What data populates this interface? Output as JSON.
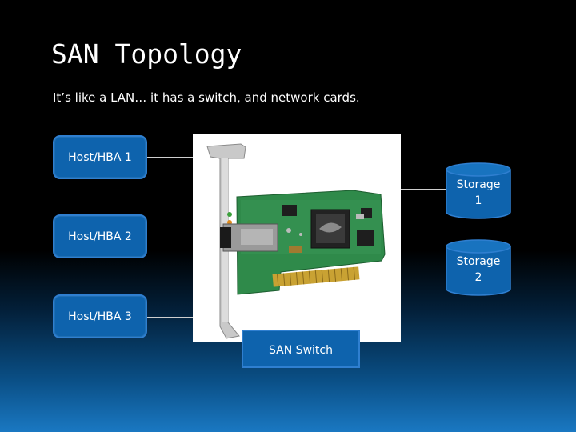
{
  "slide": {
    "title": "SAN Topology",
    "subtitle": "It’s like a LAN… it has a switch, and network cards."
  },
  "hosts": [
    {
      "label": "Host/HBA 1"
    },
    {
      "label": "Host/HBA 2"
    },
    {
      "label": "Host/HBA 3"
    }
  ],
  "storage": [
    {
      "line1": "Storage",
      "line2": "1"
    },
    {
      "line1": "Storage",
      "line2": "2"
    }
  ],
  "switch": {
    "label": "SAN Switch"
  },
  "colors": {
    "node_fill": "#0e63ad",
    "node_border": "#2f7fd0",
    "background_top": "#000000",
    "background_bottom": "#1a78c2",
    "pcb_green": "#2f8a4a"
  },
  "photo": {
    "subject": "network-card-photo"
  }
}
